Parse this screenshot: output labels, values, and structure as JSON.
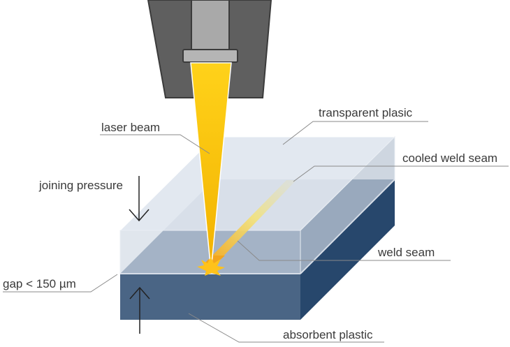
{
  "diagram": {
    "labels": {
      "laser_beam": "laser beam",
      "transparent_plastic": "transparent plasic",
      "cooled_weld_seam": "cooled weld seam",
      "joining_pressure": "joining pressure",
      "weld_seam": "weld seam",
      "gap": "gap < 150 µm",
      "absorbent_plastic": "absorbent plastic"
    },
    "colors": {
      "laser_head_outer": "#5f5f5f",
      "laser_head_inner": "#a9a9a9",
      "laser_beam": "#f5b800",
      "transparent_top": "#dfe6ef",
      "transparent_front": "#c9d2de",
      "transparent_side": "#b4c0d0",
      "absorbent_top": "#7b8fa8",
      "absorbent_front": "#4a6585",
      "absorbent_side": "#27476c",
      "weld_seam": "#f2a820"
    }
  }
}
